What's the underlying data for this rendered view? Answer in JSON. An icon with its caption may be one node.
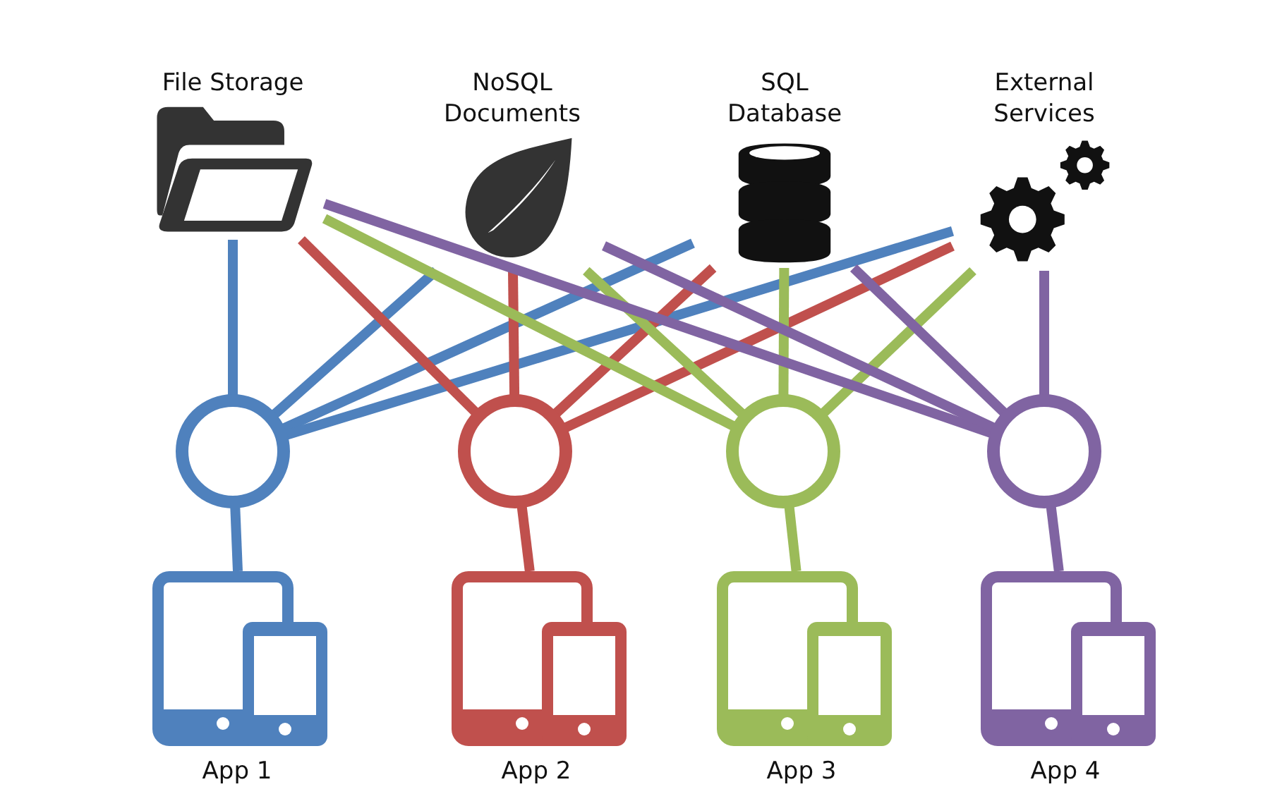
{
  "diagram": {
    "nodes": [
      {
        "text": [
          "File Storage"
        ]
      },
      {
        "text": [
          "NoSQL Documents"
        ]
      },
      {
        "text": [
          "SQL Database"
        ]
      },
      {
        "text": [
          "External Services"
        ]
      },
      {
        "text": [],
        "shape": "circle"
      },
      {
        "text": [],
        "shape": "circle"
      },
      {
        "text": [],
        "shape": "circle"
      },
      {
        "text": [],
        "shape": "circle"
      },
      {
        "text": [],
        "shape": "picture",
        "beside": [
          "App 1"
        ]
      },
      {
        "text": [],
        "shape": "picture",
        "beside": [
          "App 2"
        ]
      },
      {
        "text": [],
        "shape": "picture",
        "beside": [
          "App 3"
        ]
      },
      {
        "text": [],
        "shape": "picture",
        "beside": [
          "App 4"
        ]
      }
    ],
    "edges": [
      {
        "from": 4,
        "to": 0,
        "arrow": "none",
        "color": "#4f81bd"
      },
      {
        "from": 4,
        "to": 1,
        "arrow": "none",
        "color": "#4f81bd"
      },
      {
        "from": 4,
        "to": 2,
        "arrow": "none",
        "color": "#4f81bd"
      },
      {
        "from": 4,
        "to": 3,
        "arrow": "none",
        "color": "#4f81bd"
      },
      {
        "from": 5,
        "to": 0,
        "arrow": "none",
        "color": "#c0504d"
      },
      {
        "from": 5,
        "to": 1,
        "arrow": "none",
        "color": "#c0504d"
      },
      {
        "from": 5,
        "to": 2,
        "arrow": "none",
        "color": "#c0504d"
      },
      {
        "from": 5,
        "to": 3,
        "arrow": "none",
        "color": "#c0504d"
      },
      {
        "from": 6,
        "to": 0,
        "arrow": "none",
        "color": "#9bbb59"
      },
      {
        "from": 6,
        "to": 1,
        "arrow": "none",
        "color": "#9bbb59"
      },
      {
        "from": 6,
        "to": 2,
        "arrow": "none",
        "color": "#9bbb59"
      },
      {
        "from": 6,
        "to": 3,
        "arrow": "none",
        "color": "#9bbb59"
      },
      {
        "from": 7,
        "to": 0,
        "arrow": "none",
        "color": "#8064a2"
      },
      {
        "from": 7,
        "to": 1,
        "arrow": "none",
        "color": "#8064a2"
      },
      {
        "from": 7,
        "to": 2,
        "arrow": "none",
        "color": "#8064a2"
      },
      {
        "from": 7,
        "to": 3,
        "arrow": "none",
        "color": "#8064a2"
      },
      {
        "from": 4,
        "to": 8,
        "arrow": "none",
        "color": "#4f81bd"
      },
      {
        "from": 5,
        "to": 9,
        "arrow": "none",
        "color": "#c0504d"
      },
      {
        "from": 6,
        "to": 10,
        "arrow": "none",
        "color": "#9bbb59"
      },
      {
        "from": 7,
        "to": 11,
        "arrow": "none",
        "color": "#8064a2"
      }
    ]
  }
}
